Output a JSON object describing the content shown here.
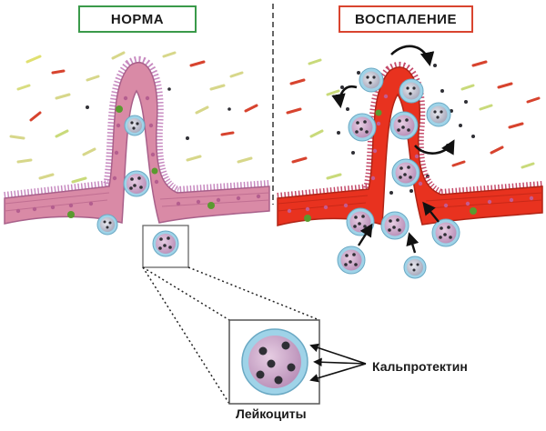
{
  "panels": {
    "normal_label": "НОРМА",
    "inflammation_label": "ВОСПАЛЕНИЕ"
  },
  "callout": {
    "calprotectin_label": "Кальпротектин",
    "leukocytes_label": "Лейкоциты"
  },
  "colors": {
    "normal_border": "#3a9a4a",
    "inflammation_border": "#d9442f",
    "normal_tissue": "#d98aa6",
    "inflamed_tissue": "#e8321f",
    "leukocyte_fill": "#c9a6c9",
    "leukocyte_rim": "#9fd3e8",
    "granule": "#2f2f35",
    "goblet_cell": "#5a9a2f"
  },
  "icons": [
    "arrow-icon",
    "curved-arrow-icon",
    "leukocyte-icon",
    "bacteria-icon"
  ]
}
